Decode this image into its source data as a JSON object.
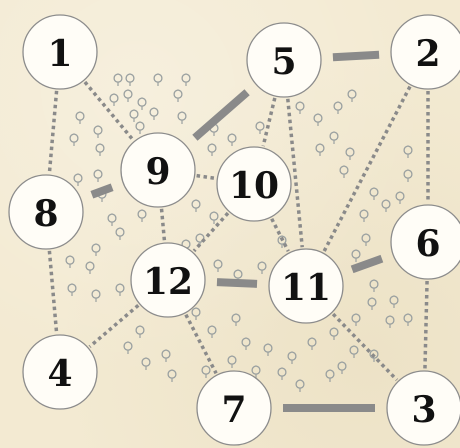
{
  "board": {
    "nodes": [
      {
        "id": "1",
        "label": "1"
      },
      {
        "id": "2",
        "label": "2"
      },
      {
        "id": "3",
        "label": "3"
      },
      {
        "id": "4",
        "label": "4"
      },
      {
        "id": "5",
        "label": "5"
      },
      {
        "id": "6",
        "label": "6"
      },
      {
        "id": "7",
        "label": "7"
      },
      {
        "id": "8",
        "label": "8"
      },
      {
        "id": "9",
        "label": "9"
      },
      {
        "id": "10",
        "label": "10"
      },
      {
        "id": "11",
        "label": "11"
      },
      {
        "id": "12",
        "label": "12"
      }
    ],
    "routes": [
      {
        "from": "1",
        "to": "8",
        "type": "dotted"
      },
      {
        "from": "1",
        "to": "9",
        "type": "dotted"
      },
      {
        "from": "9",
        "to": "5",
        "type": "solid"
      },
      {
        "from": "5",
        "to": "2",
        "type": "solid"
      },
      {
        "from": "8",
        "to": "9",
        "type": "solid"
      },
      {
        "from": "8",
        "to": "4",
        "type": "dotted"
      },
      {
        "from": "9",
        "to": "10",
        "type": "dotted"
      },
      {
        "from": "9",
        "to": "12",
        "type": "dotted"
      },
      {
        "from": "5",
        "to": "10",
        "type": "dotted"
      },
      {
        "from": "5",
        "to": "11",
        "type": "dotted"
      },
      {
        "from": "2",
        "to": "6",
        "type": "dotted"
      },
      {
        "from": "2",
        "to": "11",
        "type": "dotted"
      },
      {
        "from": "10",
        "to": "12",
        "type": "dotted"
      },
      {
        "from": "10",
        "to": "11",
        "type": "dotted"
      },
      {
        "from": "12",
        "to": "11",
        "type": "solid"
      },
      {
        "from": "11",
        "to": "6",
        "type": "solid"
      },
      {
        "from": "12",
        "to": "4",
        "type": "dotted"
      },
      {
        "from": "12",
        "to": "7",
        "type": "dotted"
      },
      {
        "from": "11",
        "to": "3",
        "type": "dotted"
      },
      {
        "from": "6",
        "to": "3",
        "type": "dotted"
      },
      {
        "from": "7",
        "to": "3",
        "type": "solid"
      }
    ],
    "colors": {
      "background": "#f3ead2",
      "node_fill": "#fffdf7",
      "node_stroke": "#8c8c8c",
      "route": "#8a8a8a",
      "tree": "#9aa0a0",
      "label": "#111111"
    }
  }
}
